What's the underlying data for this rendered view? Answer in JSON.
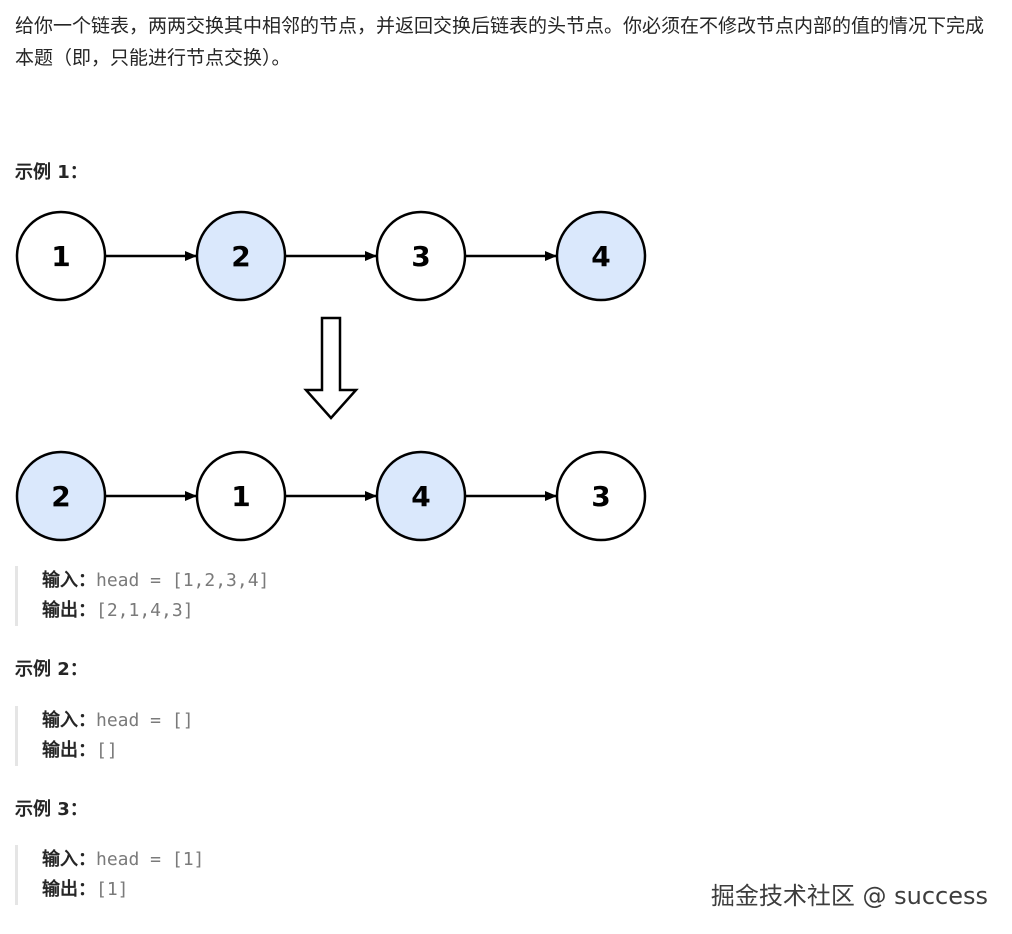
{
  "description": "给你一个链表，两两交换其中相邻的节点，并返回交换后链表的头节点。你必须在不修改节点内部的值的情况下完成本题（即，只能进行节点交换）。",
  "colors": {
    "highlight_fill": "#dae8fc",
    "plain_fill": "#ffffff",
    "stroke": "#000000"
  },
  "example1": {
    "title": "示例 1：",
    "diagram": {
      "before": [
        {
          "label": "1",
          "highlight": false
        },
        {
          "label": "2",
          "highlight": true
        },
        {
          "label": "3",
          "highlight": false
        },
        {
          "label": "4",
          "highlight": true
        }
      ],
      "after": [
        {
          "label": "2",
          "highlight": true
        },
        {
          "label": "1",
          "highlight": false
        },
        {
          "label": "4",
          "highlight": true
        },
        {
          "label": "3",
          "highlight": false
        }
      ],
      "transform_icon": "hollow-down-arrow-icon"
    },
    "input_label": "输入：",
    "input_value": "head = [1,2,3,4]",
    "output_label": "输出：",
    "output_value": "[2,1,4,3]"
  },
  "example2": {
    "title": "示例 2：",
    "input_label": "输入：",
    "input_value": "head = []",
    "output_label": "输出：",
    "output_value": "[]"
  },
  "example3": {
    "title": "示例 3：",
    "input_label": "输入：",
    "input_value": "head = [1]",
    "output_label": "输出：",
    "output_value": "[1]"
  },
  "watermark": "掘金技术社区 @ success"
}
